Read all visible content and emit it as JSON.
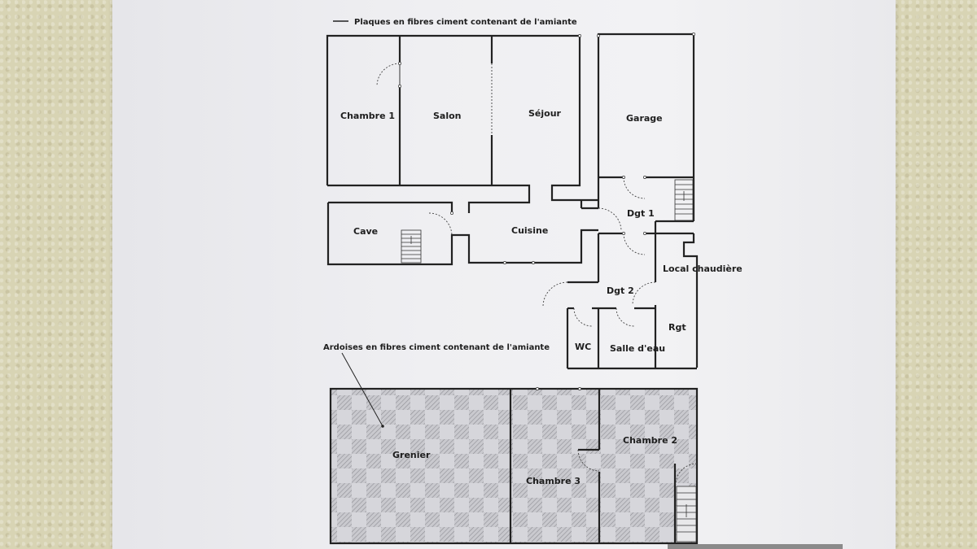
{
  "legend": {
    "asbestos_plates": "Plaques en fibres ciment contenant de l'amiante",
    "asbestos_slates": "Ardoises en fibres ciment contenant de l'amiante"
  },
  "ground_floor": {
    "rooms": {
      "chambre1": "Chambre 1",
      "salon": "Salon",
      "sejour": "Séjour",
      "garage": "Garage",
      "cave": "Cave",
      "cuisine": "Cuisine",
      "dgt1": "Dgt 1",
      "dgt2": "Dgt 2",
      "local_chaudiere": "Local chaudière",
      "rgt": "Rgt",
      "wc": "WC",
      "salle_eau": "Salle d'eau"
    }
  },
  "upper_floor": {
    "rooms": {
      "grenier": "Grenier",
      "chambre2": "Chambre 2",
      "chambre3": "Chambre 3"
    }
  },
  "colors": {
    "wall": "#222222",
    "hatch": "#9a9a9e",
    "paper": "#efeff2"
  }
}
